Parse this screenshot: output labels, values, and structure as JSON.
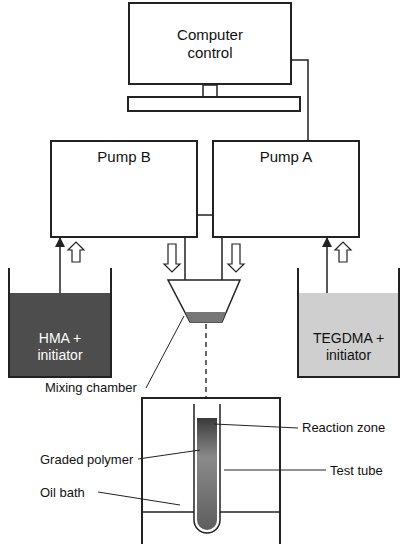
{
  "diagram": {
    "nodes": [
      {
        "text": [
          "Computer control"
        ]
      },
      {
        "text": [
          "Pump B"
        ]
      },
      {
        "text": [
          "Pump A"
        ]
      },
      {
        "text": [
          "HMA + initiator"
        ]
      },
      {
        "text": [
          "TEGDMA + initiator"
        ]
      }
    ],
    "edges": [
      {
        "from": 0,
        "to": 2,
        "arrow": "none"
      },
      {
        "from": 1,
        "to": 2,
        "arrow": "none"
      },
      {
        "from": 3,
        "to": 1,
        "arrow": "to"
      },
      {
        "from": 4,
        "to": 2,
        "arrow": "to"
      }
    ],
    "labels": [
      "Mixing chamber",
      "Reaction zone",
      "Graded polymer",
      "Test tube",
      "Oil bath"
    ]
  }
}
